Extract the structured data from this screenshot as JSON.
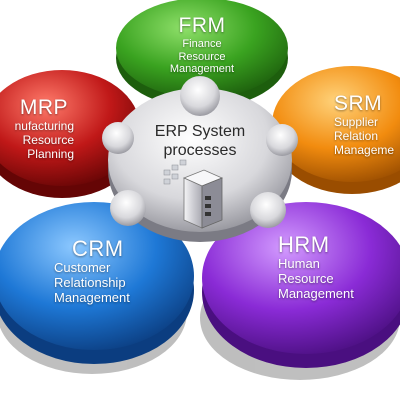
{
  "colors": {
    "frm": "#3aa320",
    "srm": "#f28c0f",
    "hrm": "#8a2bd6",
    "crm": "#1e78d6",
    "mrp": "#c01818",
    "center": "#d8d8dc"
  },
  "icons": {
    "center": "server-icon"
  },
  "center": {
    "line1": "ERP System",
    "line2": "processes"
  },
  "frm": {
    "abbr": "FRM",
    "line1": "Finance",
    "line2": "Resource",
    "line3": "Management"
  },
  "mrp": {
    "abbr": "MRP",
    "line1": "nufacturing",
    "line2": "Resource",
    "line3": "Planning"
  },
  "srm": {
    "abbr": "SRM",
    "line1": "Supplier",
    "line2": "Relation",
    "line3": "Manageme"
  },
  "crm": {
    "abbr": "CRM",
    "line1": "Customer",
    "line2": "Relationship",
    "line3": "Management"
  },
  "hrm": {
    "abbr": "HRM",
    "line1": "Human",
    "line2": "Resource",
    "line3": "Management"
  }
}
